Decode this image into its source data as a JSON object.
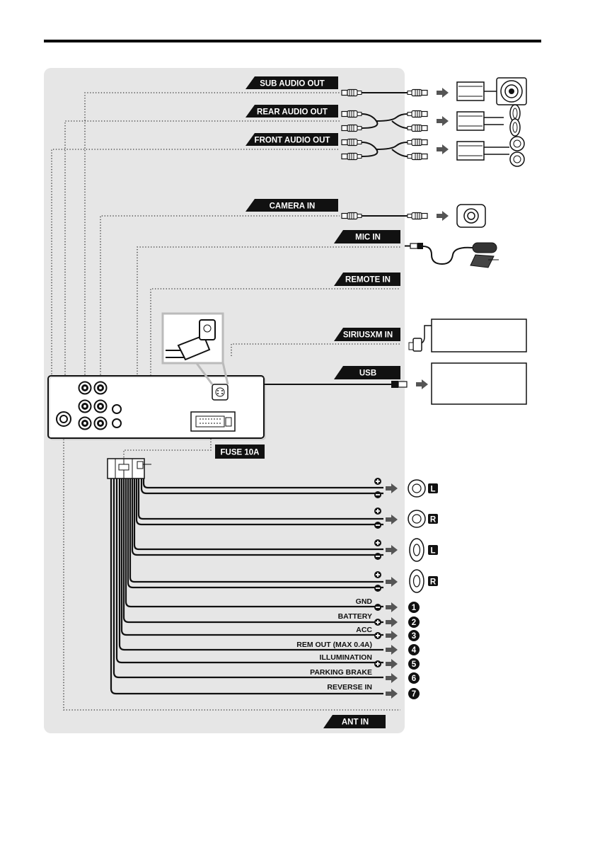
{
  "labels": {
    "sub_audio_out": "SUB AUDIO OUT",
    "rear_audio_out": "REAR AUDIO OUT",
    "front_audio_out": "FRONT AUDIO OUT",
    "camera_in": "CAMERA IN",
    "mic_in": "MIC IN",
    "remote_in": "REMOTE IN",
    "siriusxm_in": "SIRIUSXM IN",
    "usb": "USB",
    "fuse": "FUSE 10A",
    "ant_in": "ANT IN"
  },
  "wires": {
    "gnd": "GND",
    "battery": "BATTERY",
    "acc": "ACC",
    "rem_out": "REM OUT (MAX 0.4A)",
    "illumination": "ILLUMINATION",
    "parking_brake": "PARKING BRAKE",
    "reverse_in": "REVERSE IN"
  },
  "channels": {
    "left": "L",
    "right": "R"
  },
  "numbers": [
    "1",
    "2",
    "3",
    "4",
    "5",
    "6",
    "7"
  ],
  "colors": {
    "panel": "#e6e6e6",
    "label_bg": "#111111",
    "arrow": "#555555"
  }
}
